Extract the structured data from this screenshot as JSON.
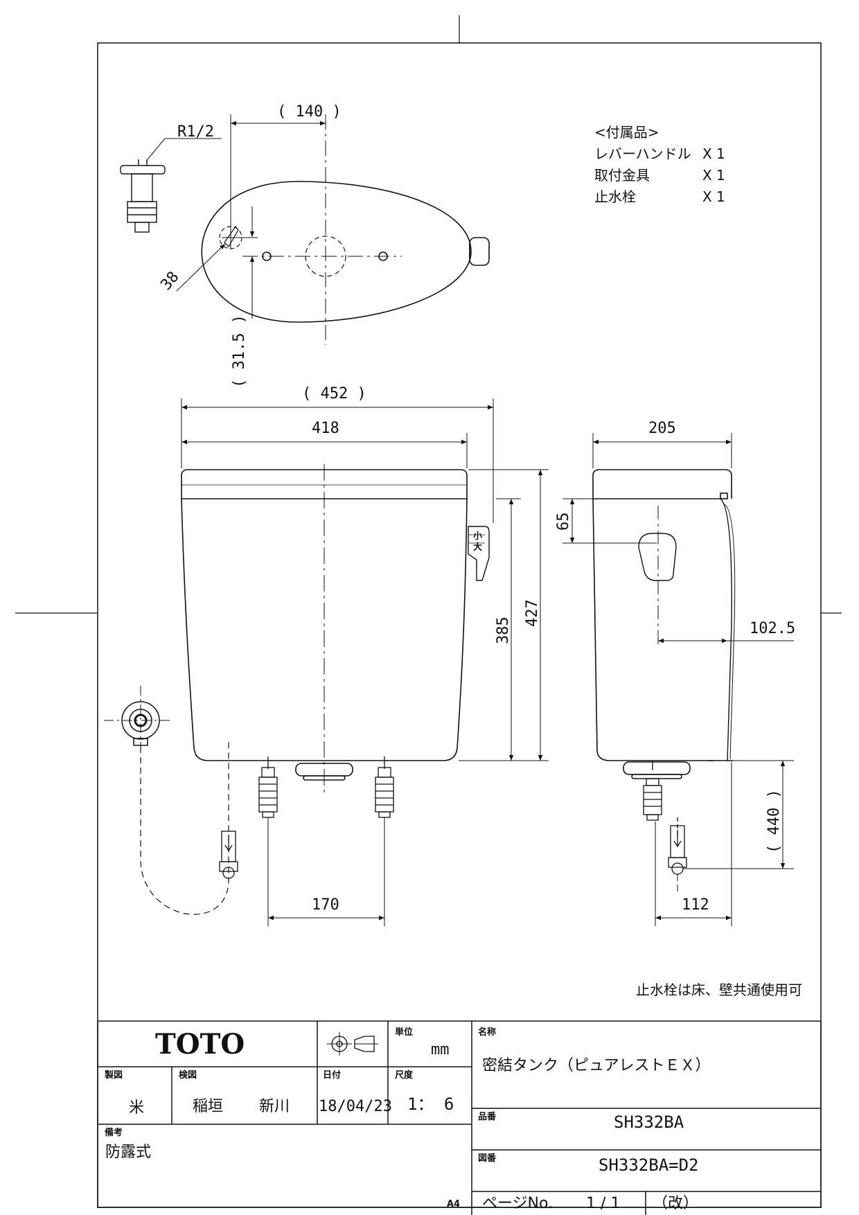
{
  "dimensions": {
    "plan_140": "( 140 )",
    "plan_r12": "R1/2",
    "plan_38": "38",
    "plan_31_5": "( 31.5 )",
    "front_452": "( 452 )",
    "front_418": "418",
    "front_385": "385",
    "front_427": "427",
    "front_170": "170",
    "side_205": "205",
    "side_65": "65",
    "side_102_5": "102.5",
    "side_440": "( 440 )",
    "side_112": "112"
  },
  "accessories": {
    "heading": "<付属品>",
    "items": [
      {
        "name": "レバーハンドル",
        "qty": "X 1"
      },
      {
        "name": "取付金具",
        "qty": "X 1"
      },
      {
        "name": "止水栓",
        "qty": "X 1"
      }
    ]
  },
  "handle_marks": {
    "small": "小",
    "large": "大"
  },
  "note": "止水栓は床、壁共通使用可",
  "title_block": {
    "brand": "TOTO",
    "unit_label": "単位",
    "unit_value": "mm",
    "name_label": "名称",
    "name_value": "密結タンク（ピュアレストＥＸ）",
    "drawn_label": "製図",
    "drawn_value": "米",
    "checked_label": "検図",
    "checked_value_1": "稲垣",
    "checked_value_2": "新川",
    "date_label": "日付",
    "date_value": "18/04/23",
    "scale_label": "尺度",
    "scale_value": "1： 6",
    "part_label": "品番",
    "part_value": "SH332BA",
    "drawing_label": "図番",
    "drawing_value": "SH332BA=D2",
    "remarks_label": "備考",
    "remarks_value": "防露式",
    "paper_size": "A4",
    "page_label": "ページNo.",
    "page_value": "1 / 1",
    "revision_label": "（改）"
  }
}
